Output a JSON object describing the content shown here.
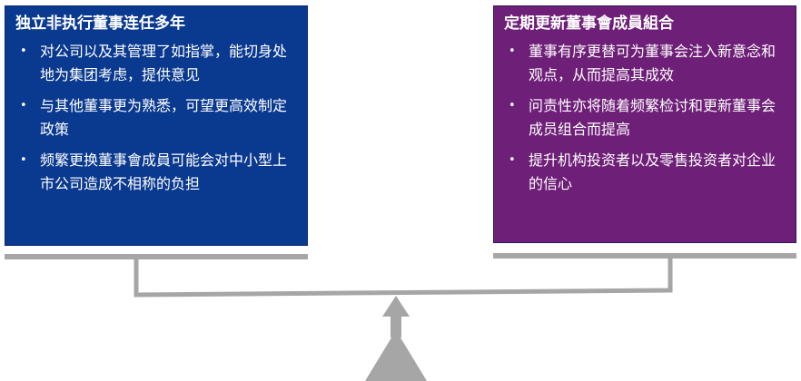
{
  "left_panel": {
    "title": "独立非执行董事连任多年",
    "bullets": [
      "对公司以及其管理了如指掌，能切身处地为集团考虑，提供意见",
      "与其他董事更为熟悉，可望更高效制定政策",
      "频繁更换董事會成員可能会对中小型上市公司造成不相称的负担"
    ]
  },
  "right_panel": {
    "title": "定期更新董事會成員組合",
    "bullets": [
      "董事有序更替可为董事会注入新意念和观点，从而提高其成效",
      "问责性亦将随着频繁检讨和更新董事会成员组合而提高",
      "提升机构投资者以及零售投资者对企业的信心"
    ]
  },
  "colors": {
    "left_panel_bg": "#0a3990",
    "right_panel_bg": "#6e1f78",
    "scale_gray": "#a6a6a6"
  }
}
